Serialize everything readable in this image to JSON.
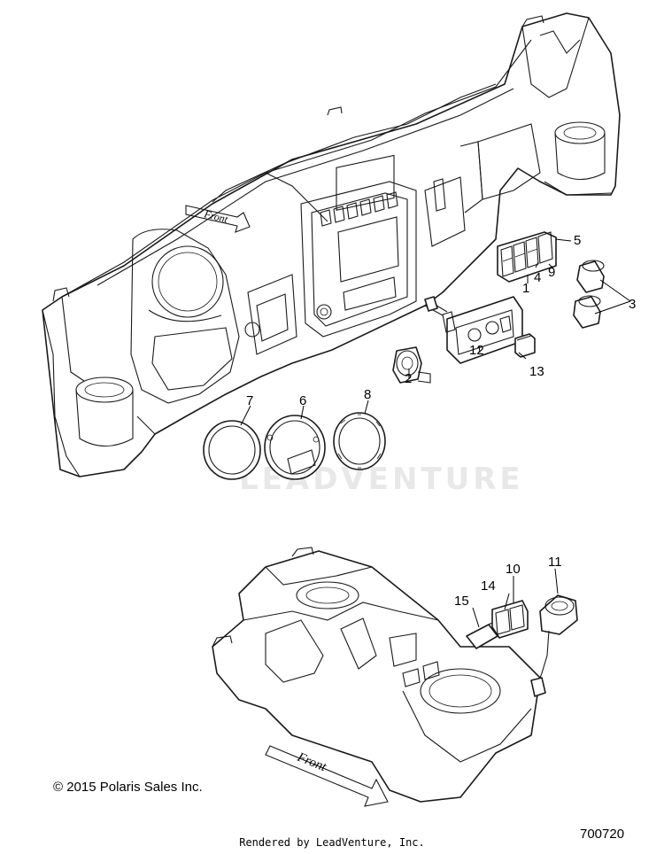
{
  "diagram": {
    "watermark": "LEADVENTURE",
    "dash_front_label": "Front",
    "console_front_label": "Front",
    "callouts": [
      "1",
      "2",
      "3",
      "4",
      "5",
      "6",
      "7",
      "8",
      "9",
      "10",
      "11",
      "12",
      "13",
      "14",
      "15"
    ]
  },
  "footer": {
    "copyright": "© 2015 Polaris Sales Inc.",
    "drawing_number": "700720",
    "rendered_by": "Rendered by LeadVenture, Inc."
  }
}
